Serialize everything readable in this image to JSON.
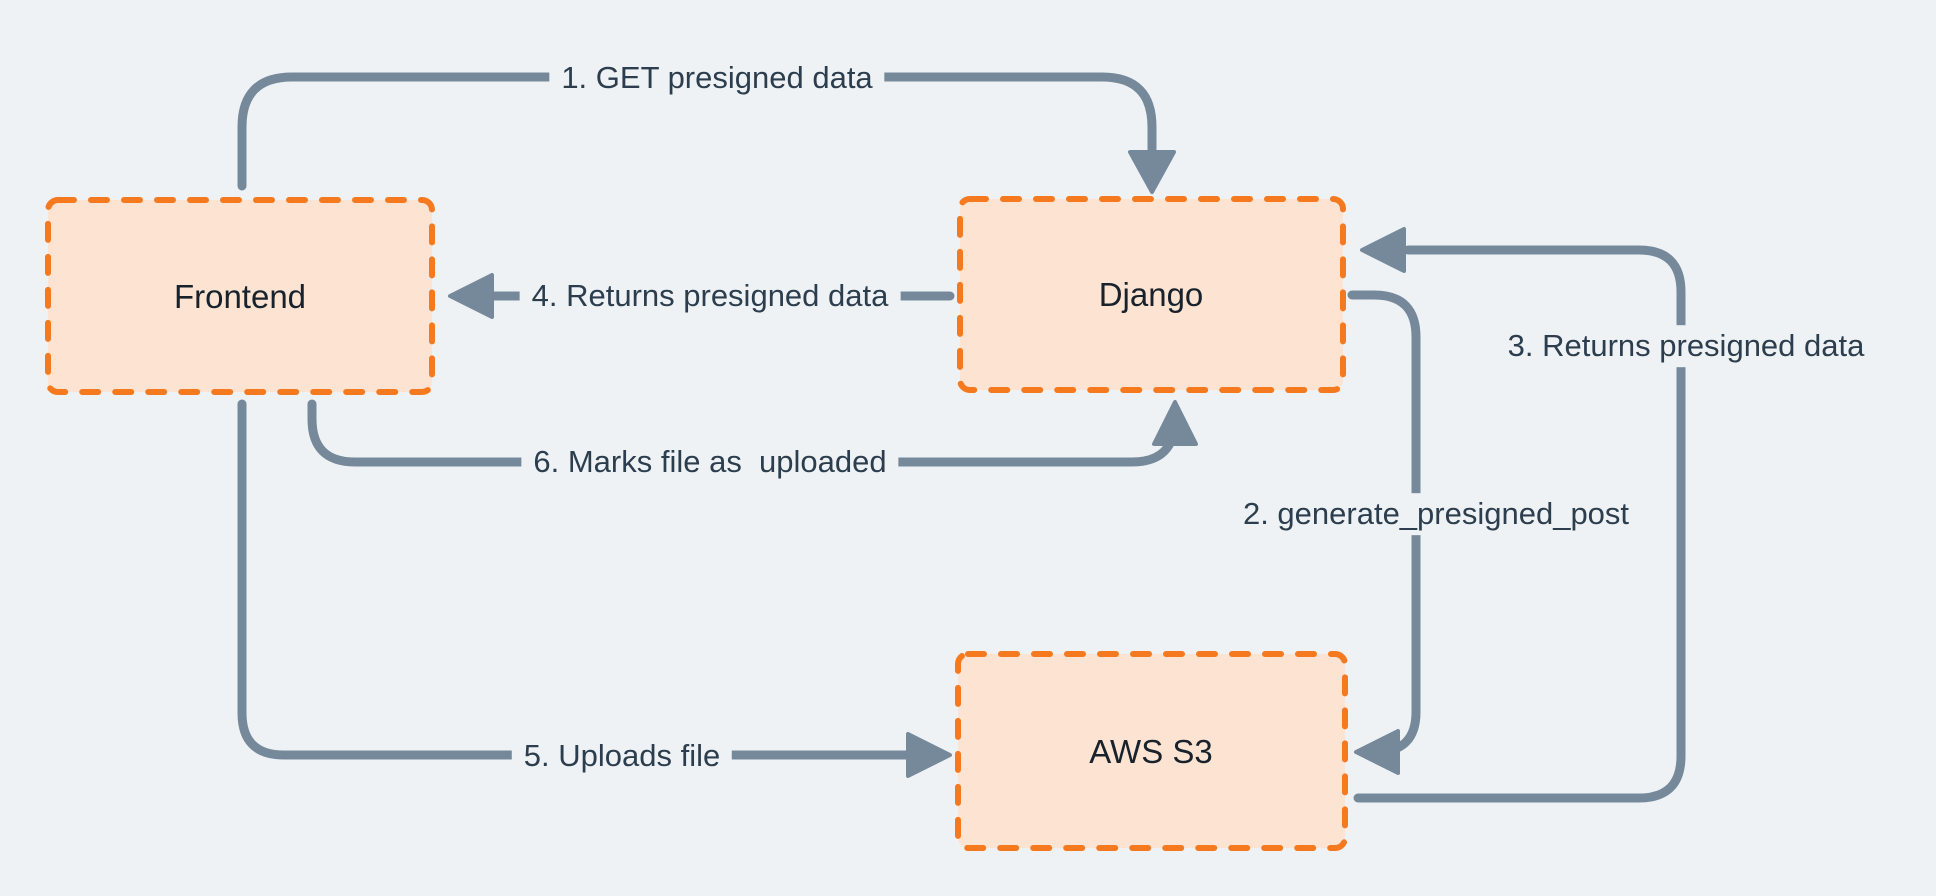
{
  "diagram": {
    "type": "flow-diagram",
    "description": "Presigned S3 upload flow between Frontend, Django and AWS S3",
    "colors": {
      "background": "#eef2f5",
      "node_fill": "#fce3d2",
      "node_border": "#f5791f",
      "connector": "#75899b",
      "edge_label_text": "#2c3e4e",
      "node_label_text": "#18222c"
    }
  },
  "nodes": [
    {
      "id": "frontend",
      "label": "Frontend"
    },
    {
      "id": "django",
      "label": "Django"
    },
    {
      "id": "aws_s3",
      "label": "AWS S3"
    }
  ],
  "arrows": [
    {
      "step": 1,
      "label": "1. GET presigned data",
      "from": "frontend",
      "to": "django"
    },
    {
      "step": 2,
      "label": "2. generate_presigned_post",
      "from": "django",
      "to": "aws_s3"
    },
    {
      "step": 3,
      "label": "3. Returns presigned data",
      "from": "aws_s3",
      "to": "django"
    },
    {
      "step": 4,
      "label": "4. Returns presigned data",
      "from": "django",
      "to": "frontend"
    },
    {
      "step": 5,
      "label": "5. Uploads file",
      "from": "frontend",
      "to": "aws_s3"
    },
    {
      "step": 6,
      "label": "6. Marks file as  uploaded",
      "from": "frontend",
      "to": "django"
    }
  ]
}
